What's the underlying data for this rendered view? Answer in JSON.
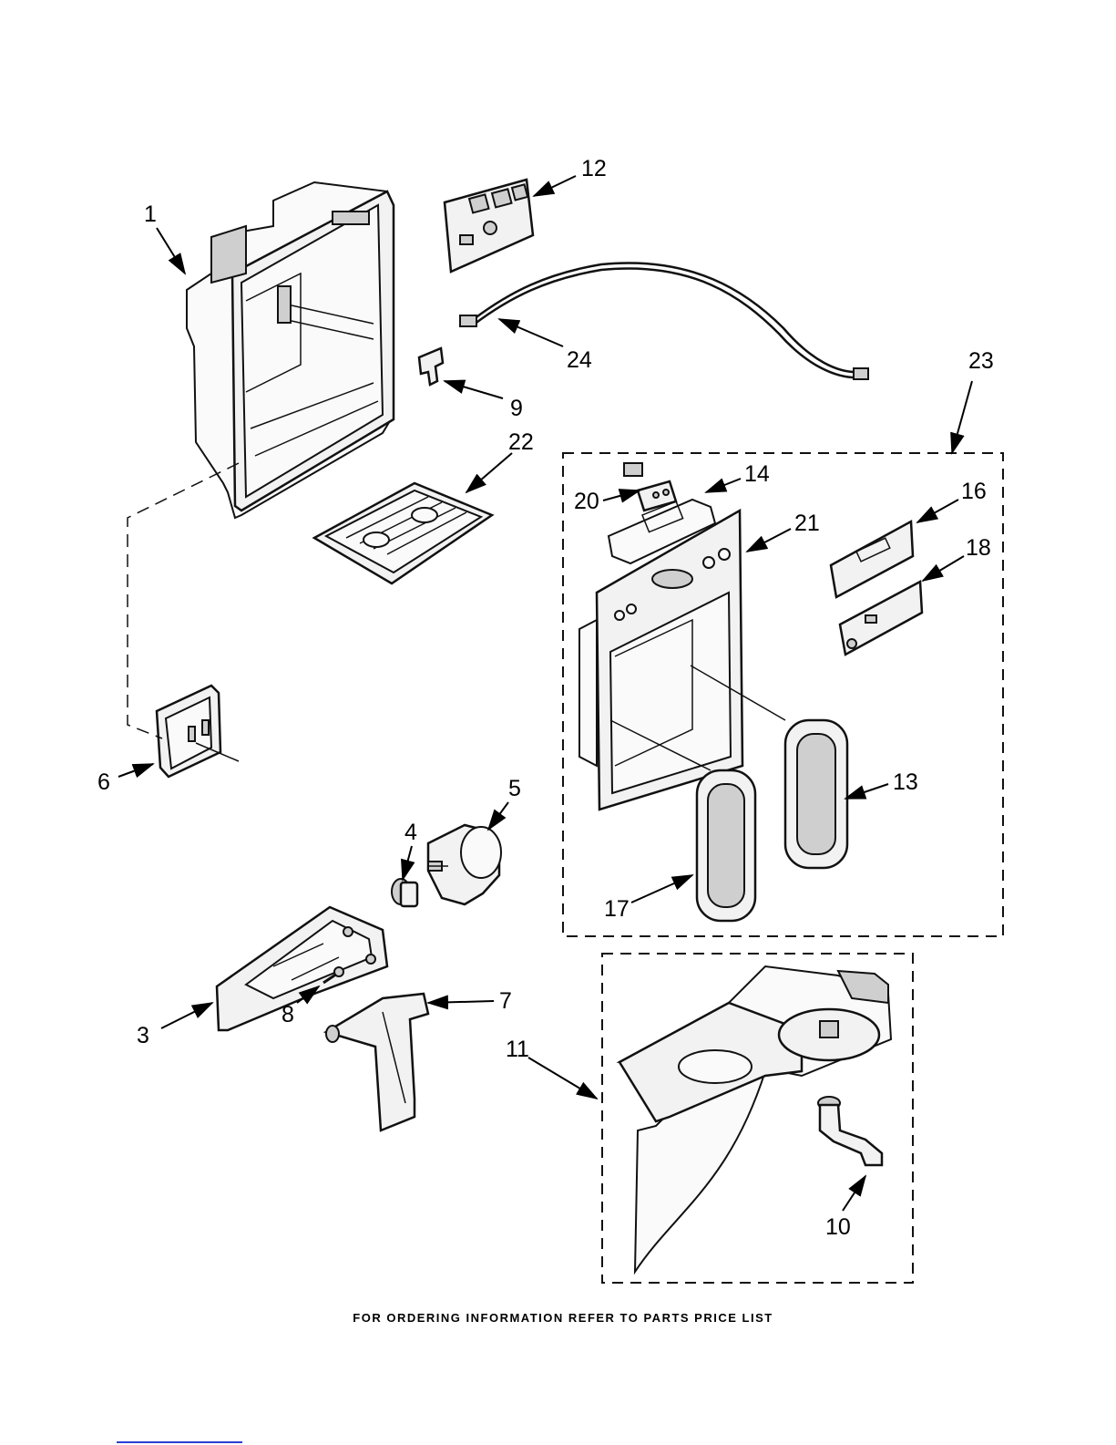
{
  "footer_text": "FOR ORDERING INFORMATION REFER TO PARTS PRICE LIST",
  "callouts": [
    "1",
    "12",
    "24",
    "9",
    "22",
    "23",
    "20",
    "14",
    "21",
    "16",
    "18",
    "6",
    "5",
    "4",
    "13",
    "17",
    "3",
    "8",
    "7",
    "11",
    "10"
  ]
}
